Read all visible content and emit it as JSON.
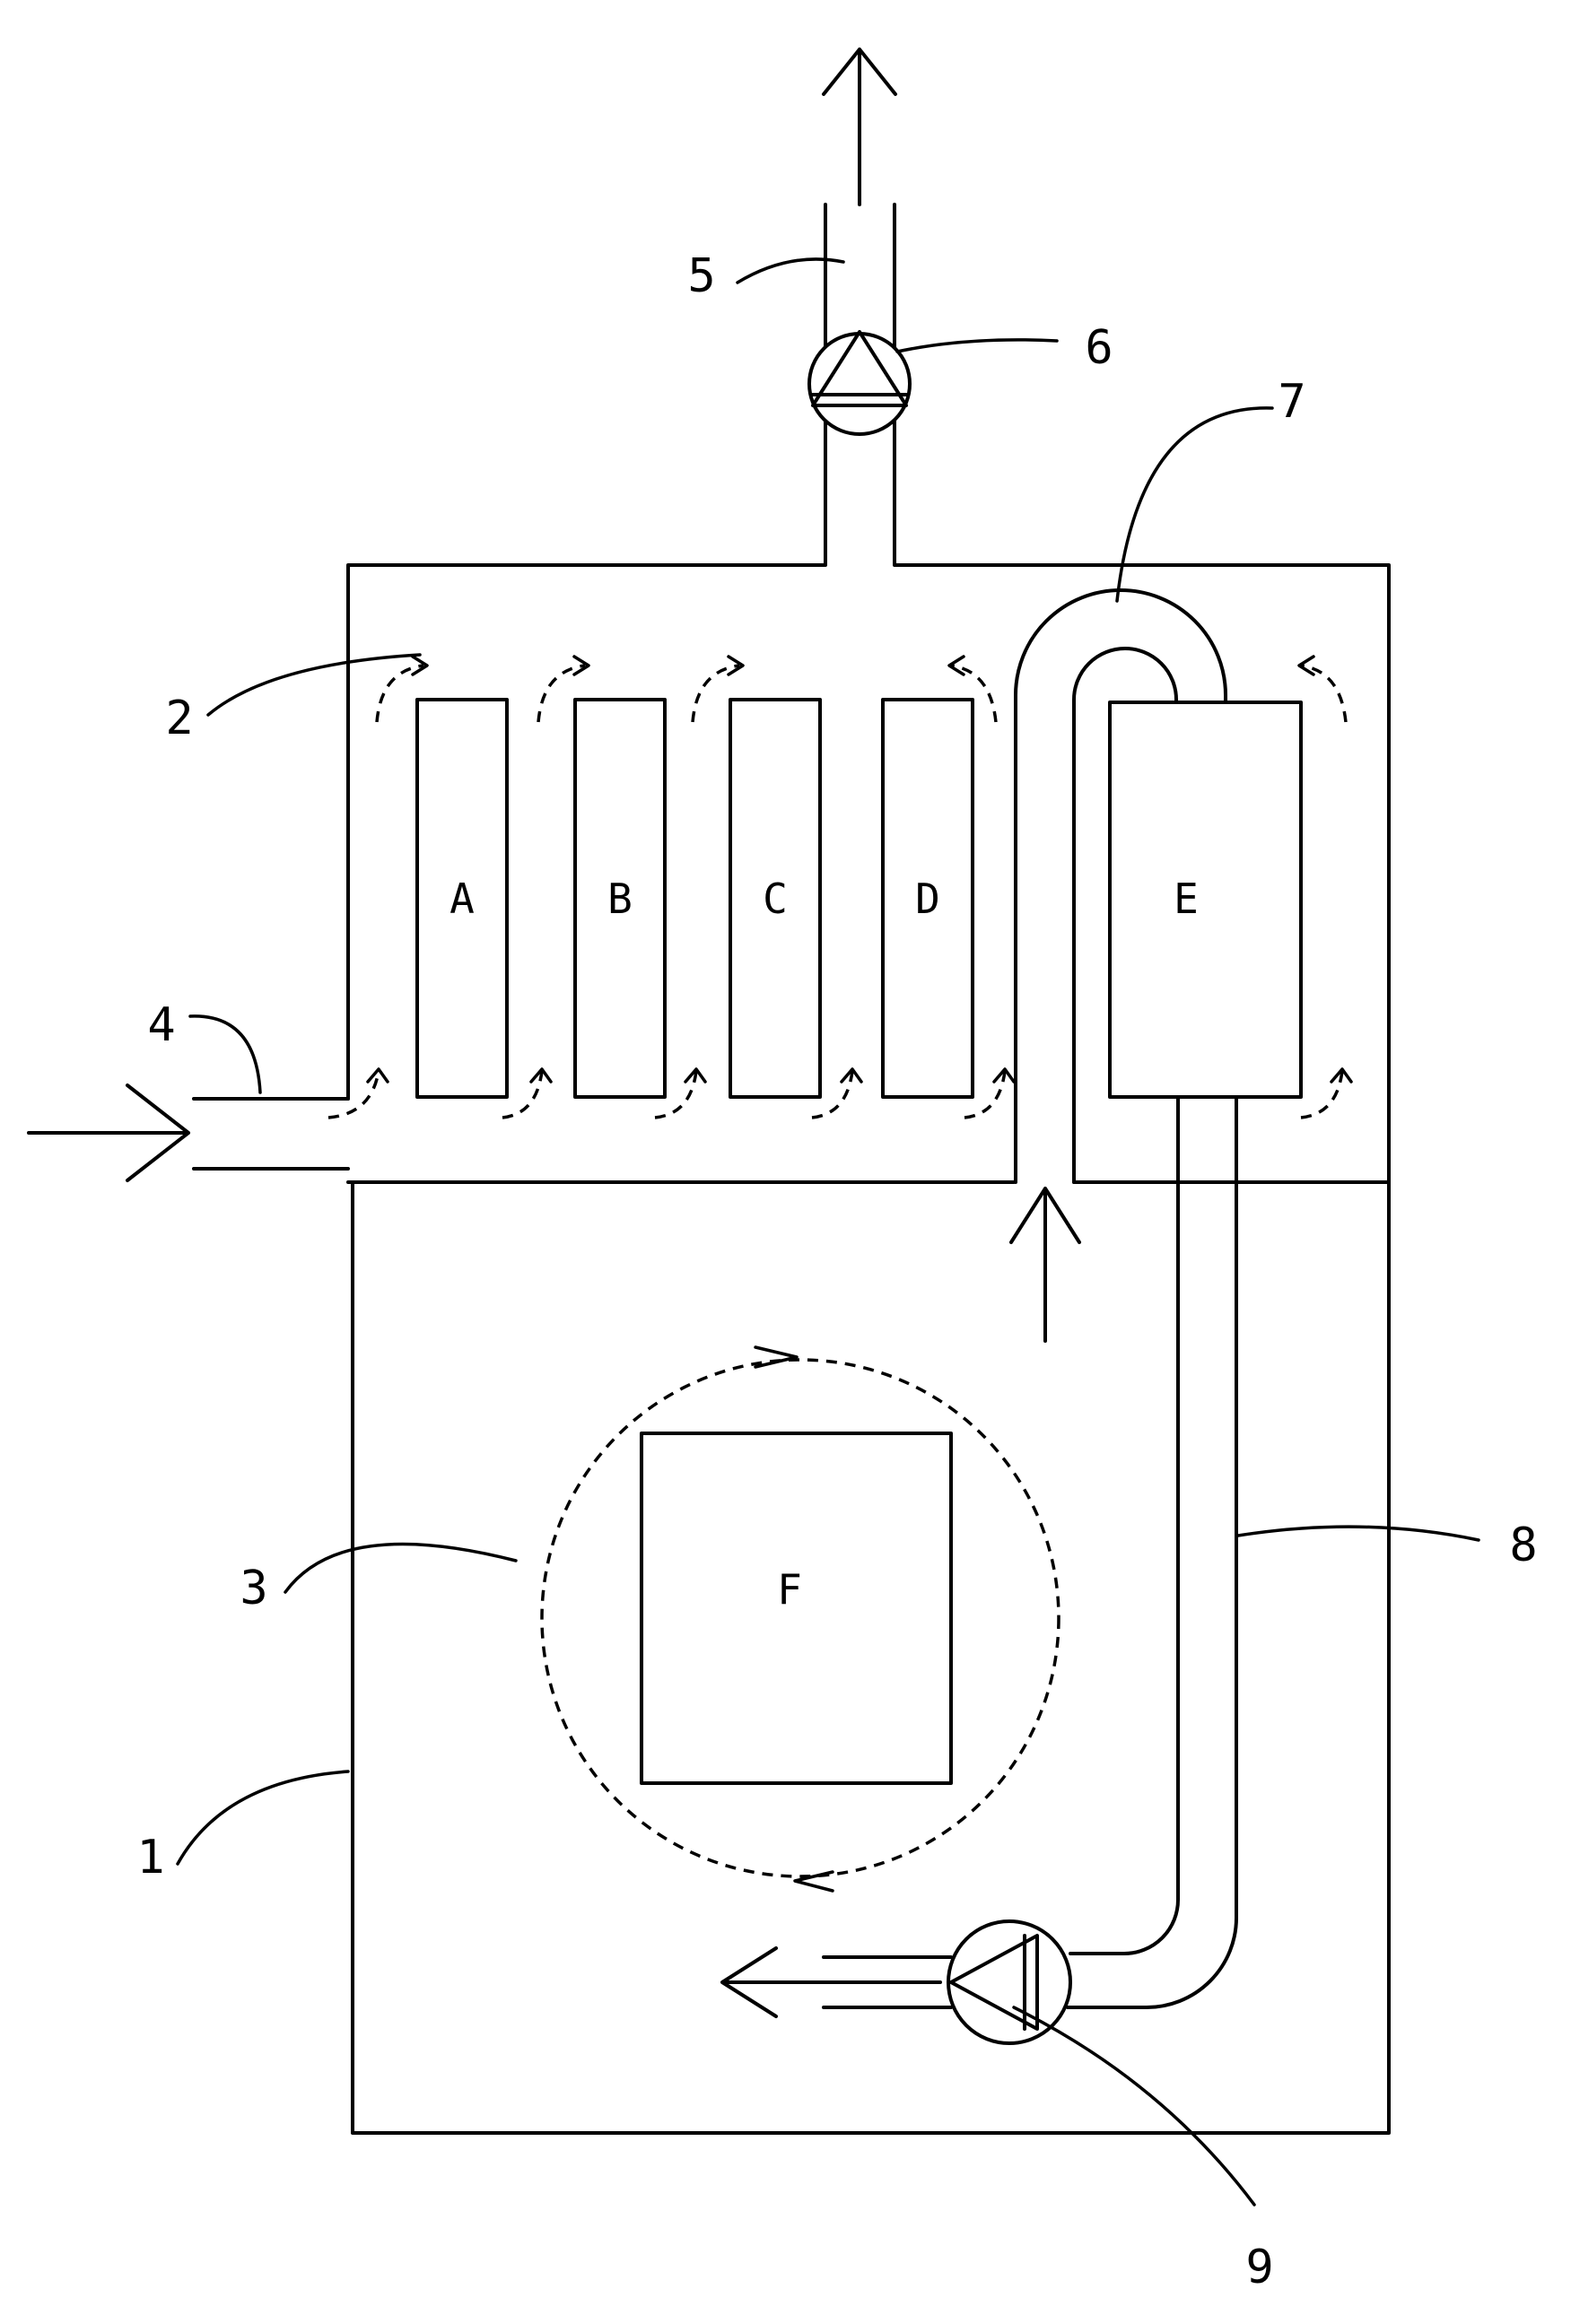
{
  "modules": {
    "a": "A",
    "b": "B",
    "c": "C",
    "d": "D",
    "e": "E",
    "f": "F"
  },
  "references": {
    "r1": "1",
    "r2": "2",
    "r3": "3",
    "r4": "4",
    "r5": "5",
    "r6": "6",
    "r7": "7",
    "r8": "8",
    "r9": "9"
  }
}
